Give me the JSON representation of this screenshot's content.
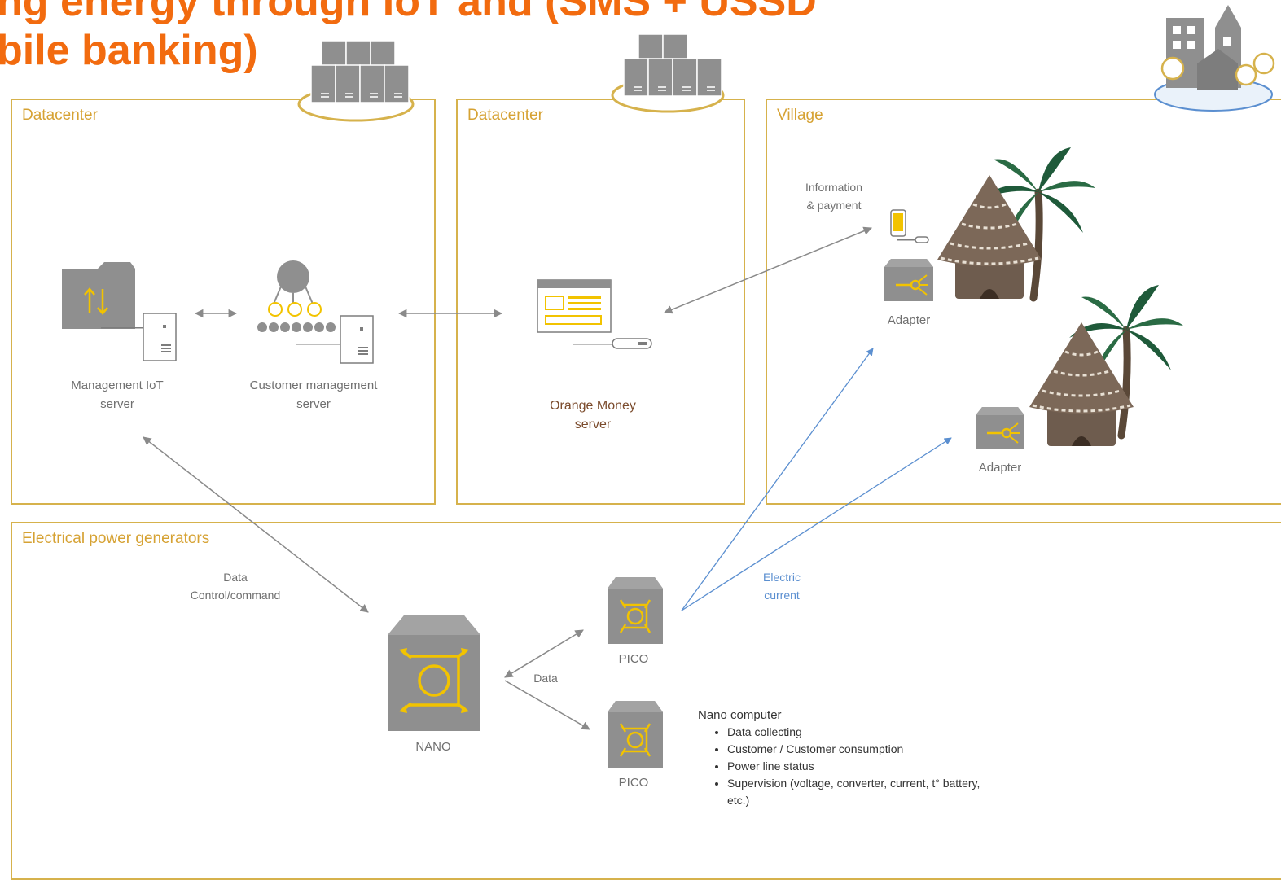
{
  "heading": {
    "line1": "ng energy through IoT and (SMS + USSD",
    "line2": "bile banking)"
  },
  "panels": {
    "datacenter_1": "Datacenter",
    "datacenter_2": "Datacenter",
    "village": "Village",
    "generators": "Electrical power generators"
  },
  "nodes": {
    "management_iot_server": [
      "Management IoT",
      "server"
    ],
    "customer_management_server": [
      "Customer management",
      "server"
    ],
    "orange_money_server": [
      "Orange Money",
      "server"
    ],
    "adapter_1": "Adapter",
    "adapter_2": "Adapter",
    "nano": "NANO",
    "pico_1": "PICO",
    "pico_2": "PICO"
  },
  "edge_labels": {
    "information_payment": [
      "Information",
      "& payment"
    ],
    "data_control": [
      "Data",
      "Control/command"
    ],
    "data": "Data",
    "electric_current": [
      "Electric",
      "current"
    ]
  },
  "note": {
    "title": "Nano computer",
    "items": [
      "Data collecting",
      "Customer / Customer consumption",
      "Power line status",
      "Supervision (voltage, converter, current, t° battery, etc.)"
    ]
  },
  "colors": {
    "heading": "#f26b0f",
    "panel_border": "#d6b24c",
    "panel_title": "#d6a233",
    "device_gray": "#8f8f8f",
    "device_gold": "#f2c300",
    "arrow_gray": "#8a8a8a",
    "arrow_blue": "#5b8fd0",
    "orange_money_label": "#7b4b2c"
  }
}
